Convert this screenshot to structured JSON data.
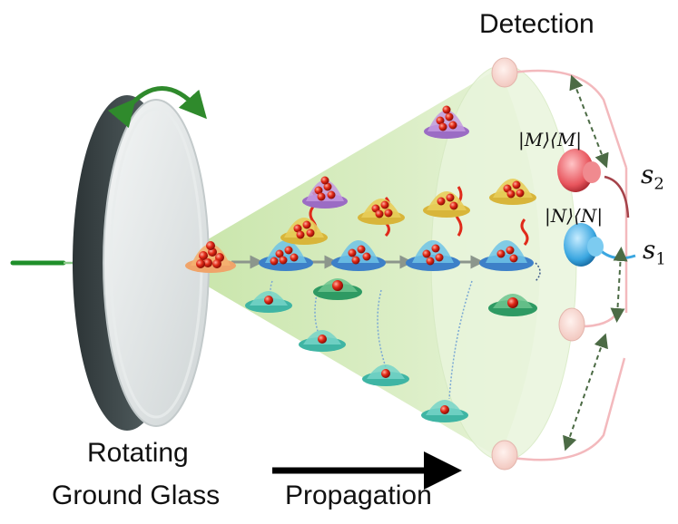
{
  "labels": {
    "detection": "Detection",
    "rotating": "Rotating",
    "ground_glass": "Ground Glass",
    "propagation": "Propagation",
    "proj_m": "|M⟩⟨M|",
    "proj_n": "|N⟩⟨N|",
    "s2_base": "s",
    "s2_sub": "2",
    "s1_base": "s",
    "s1_sub": "1"
  },
  "colors": {
    "laser": "#1f8f2a",
    "cone": "#cfe9b2",
    "rotation_arrow": "#2f8a2c",
    "detector_m": "#e8555d",
    "detector_n": "#3aa6e0",
    "photon": "#e02a1a",
    "fiber": "#f3b9bd"
  },
  "icons": [
    "rotating-ground-glass-disk",
    "rotation-arrow-icon",
    "detector-cup-icon",
    "propagation-arrow-icon"
  ]
}
